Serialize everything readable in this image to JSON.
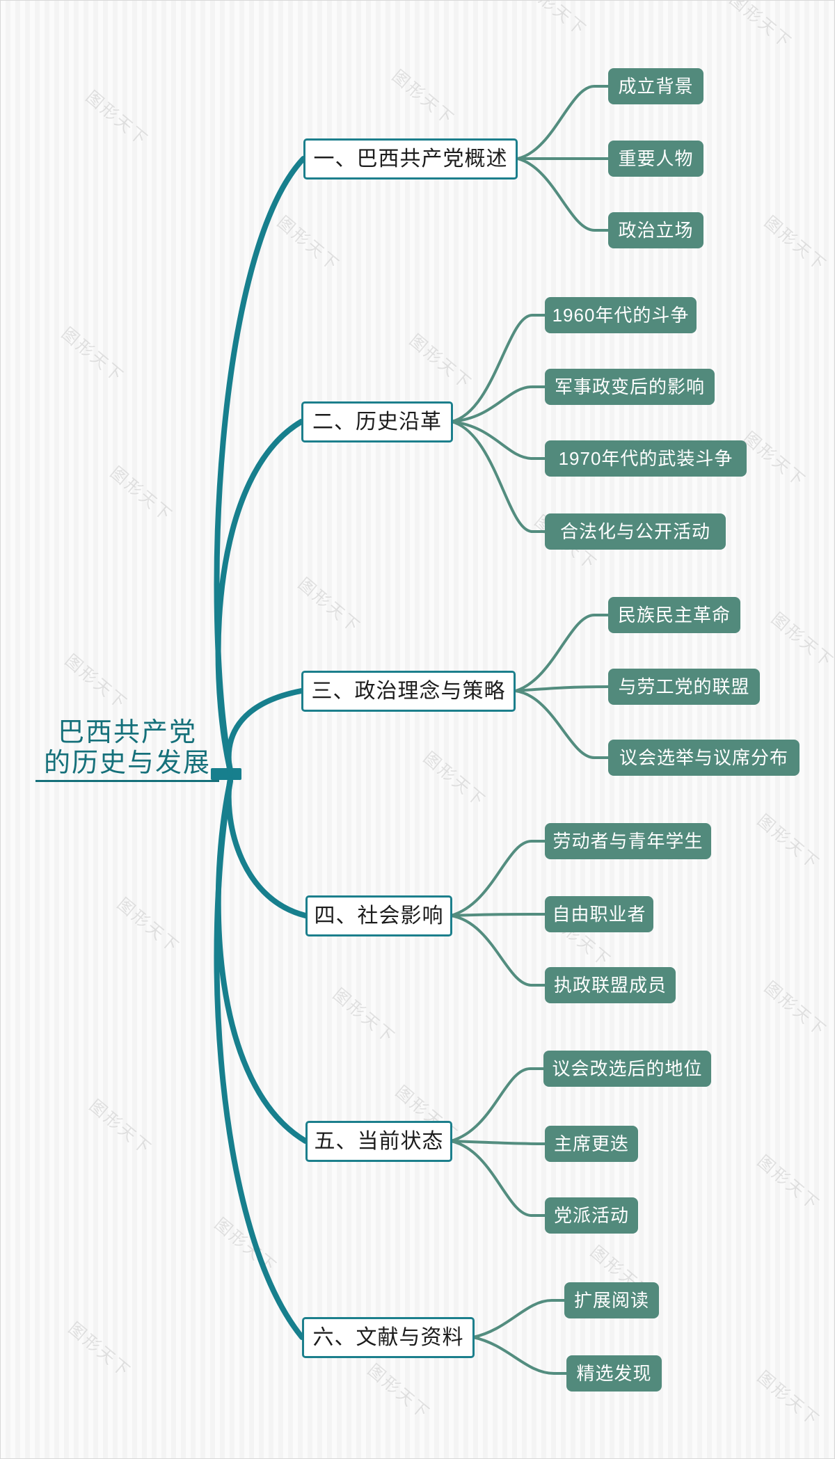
{
  "root": {
    "title_line1": "巴西共产党",
    "title_line2": "的历史与发展"
  },
  "branches": [
    {
      "label": "一、巴西共产党概述",
      "children": [
        "成立背景",
        "重要人物",
        "政治立场"
      ]
    },
    {
      "label": "二、历史沿革",
      "children": [
        "1960年代的斗争",
        "军事政变后的影响",
        "1970年代的武装斗争",
        "合法化与公开活动"
      ]
    },
    {
      "label": "三、政治理念与策略",
      "children": [
        "民族民主革命",
        "与劳工党的联盟",
        "议会选举与议席分布"
      ]
    },
    {
      "label": "四、社会影响",
      "children": [
        "劳动者与青年学生",
        "自由职业者",
        "执政联盟成员"
      ]
    },
    {
      "label": "五、当前状态",
      "children": [
        "议会改选后的地位",
        "主席更迭",
        "党派活动"
      ]
    },
    {
      "label": "六、文献与资料",
      "children": [
        "扩展阅读",
        "精选发现"
      ]
    }
  ],
  "watermark": {
    "text": "图形天下"
  },
  "colors": {
    "primary_teal": "#177f8d",
    "branch_border_teal": "#1c7f8c",
    "leaf_green": "#528a7c",
    "root_text_teal": "#15707a",
    "background_stripe_light": "#fbfbfb",
    "background_stripe_dark": "#f4f4f4"
  }
}
